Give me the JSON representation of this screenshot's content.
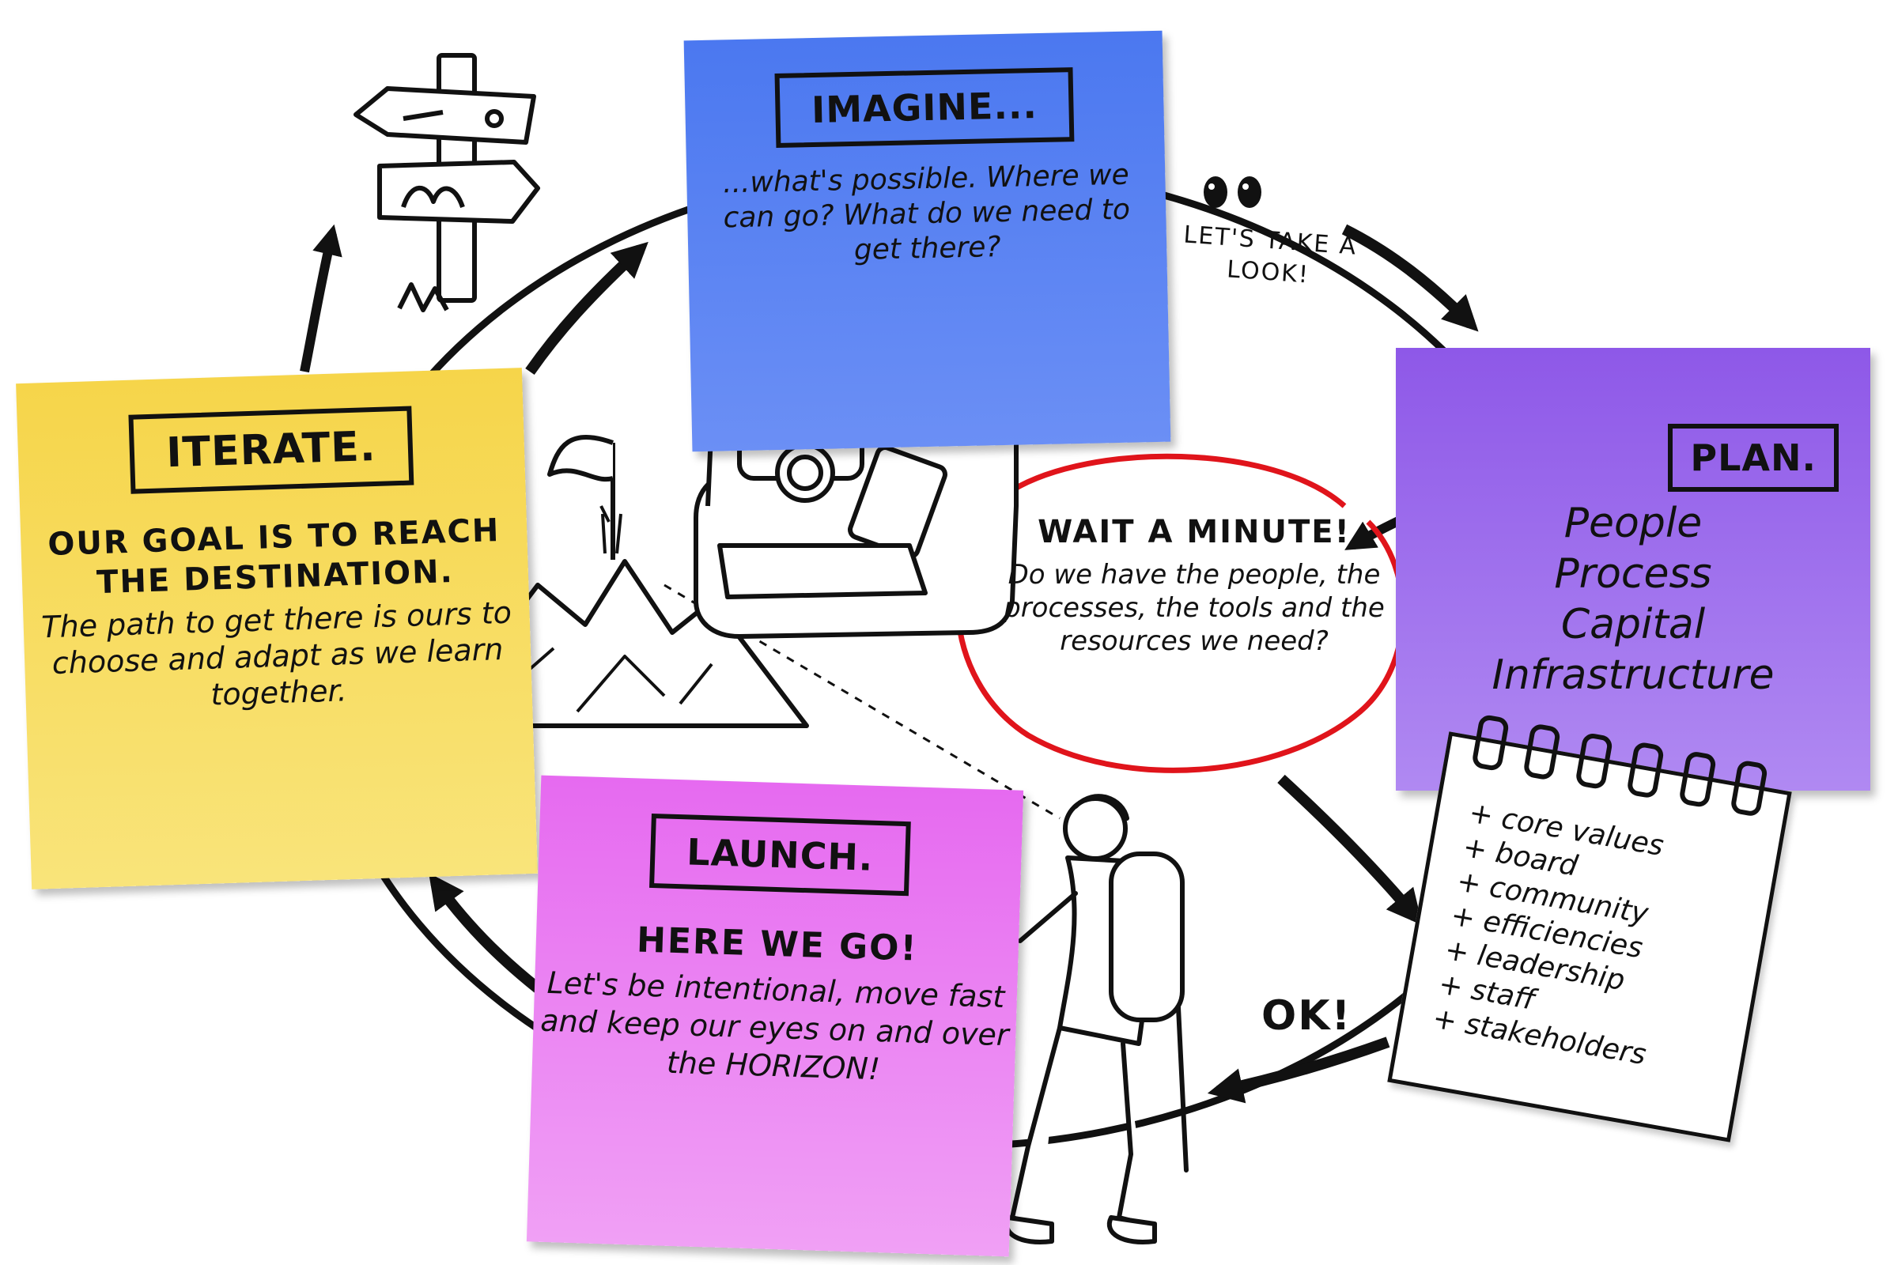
{
  "stages": {
    "imagine": {
      "label": "IMAGINE...",
      "body": "...what's possible. Where we can go? What do we need to get there?",
      "color": "#4b78f0"
    },
    "plan": {
      "label": "PLAN.",
      "items": [
        "People",
        "Process",
        "Capital",
        "Infrastructure"
      ],
      "color": "#9a6aee"
    },
    "launch": {
      "label": "LAUNCH.",
      "lead": "HERE WE GO!",
      "body": "Let's be intentional, move fast and keep our eyes on and over the HORIZON!",
      "color": "#e872f0"
    },
    "iterate": {
      "label": "ITERATE.",
      "lead": "OUR GOAL IS TO REACH THE DESTINATION.",
      "body": "The path to get there is ours to choose and adapt as we learn together.",
      "color": "#f7da55"
    }
  },
  "callout": {
    "headline": "WAIT A MINUTE!",
    "question": "Do we have the people, the processes, the tools and the resources we need?",
    "ring_color": "#e0141b"
  },
  "labels": {
    "look": "LET'S TAKE A LOOK!",
    "ok": "OK!"
  },
  "checklist": [
    "+ core values",
    "+ board",
    "+ community",
    "+ efficiencies",
    "+ leadership",
    "+ staff",
    "+ stakeholders"
  ],
  "icons": [
    "signpost-icon",
    "travel-kit-icon",
    "mountain-flag-icon",
    "hiker-icon",
    "eyes-icon",
    "spiral-notepad-icon"
  ]
}
